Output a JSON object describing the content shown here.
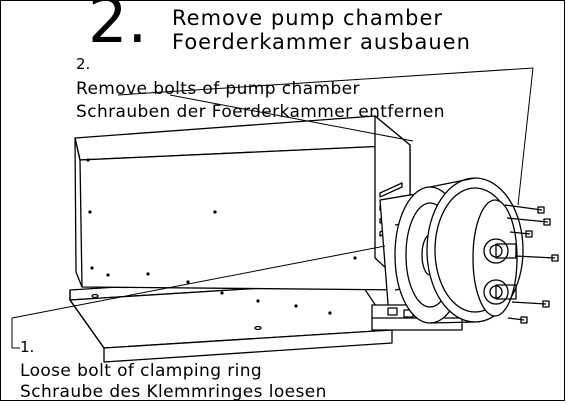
{
  "header": {
    "step_number": "2.",
    "title_en": "Remove pump chamber",
    "title_de": "Foerderkammer ausbauen"
  },
  "callouts": {
    "step2": {
      "number": "2.",
      "text_en": "Remove bolts of pump chamber",
      "text_de": "Schrauben der Foerderkammer entfernen"
    },
    "step1": {
      "number": "1.",
      "text_en": "Loose bolt of clamping ring",
      "text_de": "Schraube des Klemmringes loesen"
    }
  }
}
